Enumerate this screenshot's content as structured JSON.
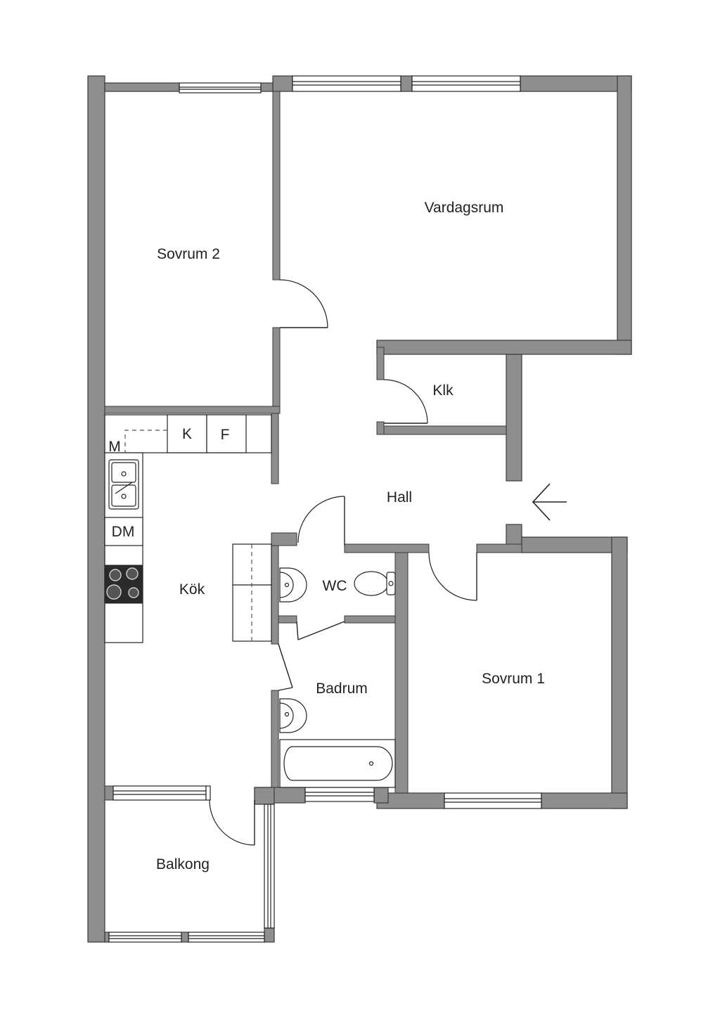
{
  "rooms": {
    "vardagsrum": "Vardagsrum",
    "sovrum2": "Sovrum 2",
    "klk": "Klk",
    "hall": "Hall",
    "kok": "Kök",
    "wc": "WC",
    "badrum": "Badrum",
    "sovrum1": "Sovrum 1",
    "balkong": "Balkong"
  },
  "appliances": {
    "k": "K",
    "f": "F",
    "m": "M",
    "dm": "DM"
  },
  "icons": {
    "entrance": "entrance-arrow-icon"
  },
  "colors": {
    "wall": "#8e8e8e",
    "stove": "#2b2b2b"
  }
}
